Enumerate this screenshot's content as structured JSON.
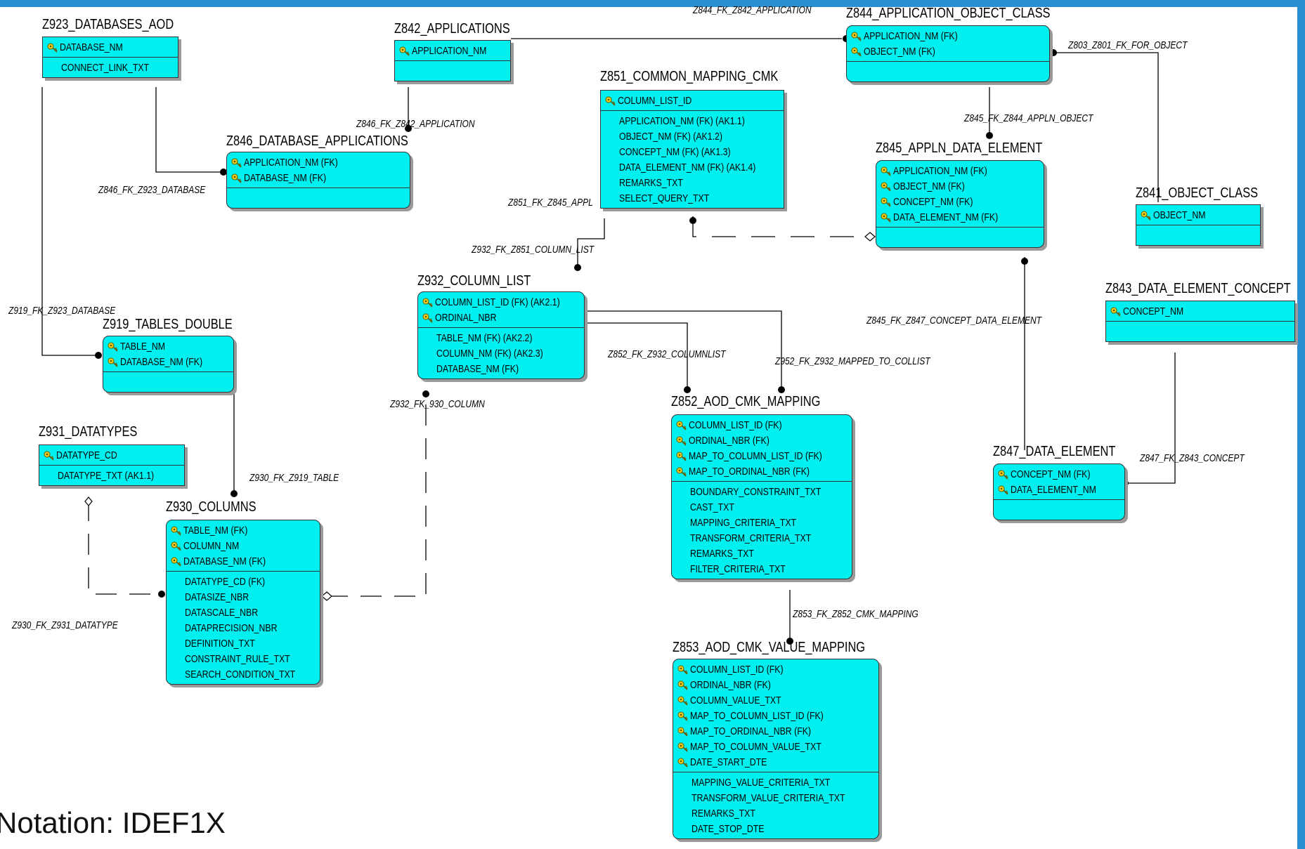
{
  "diagram": {
    "notation": "Notation: IDEF1X",
    "colors": {
      "entity_fill": "#00f0f0",
      "line": "#000000",
      "band": "#2a8fd0"
    },
    "entities": [
      {
        "id": "z923",
        "title": "Z923_DATABASES_AOD",
        "keys": [
          "DATABASE_NM"
        ],
        "attrs": [
          "CONNECT_LINK_TXT"
        ]
      },
      {
        "id": "z842",
        "title": "Z842_APPLICATIONS",
        "keys": [
          "APPLICATION_NM"
        ],
        "attrs": []
      },
      {
        "id": "z844",
        "title": "Z844_APPLICATION_OBJECT_CLASS",
        "keys": [
          "APPLICATION_NM (FK)",
          "OBJECT_NM (FK)"
        ],
        "attrs": []
      },
      {
        "id": "z851",
        "title": "Z851_COMMON_MAPPING_CMK",
        "keys": [
          "COLUMN_LIST_ID"
        ],
        "attrs": [
          "APPLICATION_NM (FK) (AK1.1)",
          "OBJECT_NM (FK) (AK1.2)",
          "CONCEPT_NM (FK) (AK1.3)",
          "DATA_ELEMENT_NM (FK) (AK1.4)",
          "REMARKS_TXT",
          "SELECT_QUERY_TXT"
        ]
      },
      {
        "id": "z846",
        "title": "Z846_DATABASE_APPLICATIONS",
        "keys": [
          "APPLICATION_NM (FK)",
          "DATABASE_NM (FK)"
        ],
        "attrs": []
      },
      {
        "id": "z845",
        "title": "Z845_APPLN_DATA_ELEMENT",
        "keys": [
          "APPLICATION_NM (FK)",
          "OBJECT_NM (FK)",
          "CONCEPT_NM (FK)",
          "DATA_ELEMENT_NM (FK)"
        ],
        "attrs": []
      },
      {
        "id": "z841",
        "title": "Z841_OBJECT_CLASS",
        "keys": [
          "OBJECT_NM"
        ],
        "attrs": []
      },
      {
        "id": "z843",
        "title": "Z843_DATA_ELEMENT_CONCEPT",
        "keys": [
          "CONCEPT_NM"
        ],
        "attrs": []
      },
      {
        "id": "z932",
        "title": "Z932_COLUMN_LIST",
        "keys": [
          "COLUMN_LIST_ID (FK) (AK2.1)",
          "ORDINAL_NBR"
        ],
        "attrs": [
          "TABLE_NM (FK) (AK2.2)",
          "COLUMN_NM (FK) (AK2.3)",
          "DATABASE_NM (FK)"
        ]
      },
      {
        "id": "z919",
        "title": "Z919_TABLES_DOUBLE",
        "keys": [
          "TABLE_NM",
          "DATABASE_NM (FK)"
        ],
        "attrs": []
      },
      {
        "id": "z931",
        "title": "Z931_DATATYPES",
        "keys": [
          "DATATYPE_CD"
        ],
        "attrs": [
          "DATATYPE_TXT (AK1.1)"
        ]
      },
      {
        "id": "z930",
        "title": "Z930_COLUMNS",
        "keys": [
          "TABLE_NM (FK)",
          "COLUMN_NM",
          "DATABASE_NM (FK)"
        ],
        "attrs": [
          "DATATYPE_CD (FK)",
          "DATASIZE_NBR",
          "DATASCALE_NBR",
          "DATAPRECISION_NBR",
          "DEFINITION_TXT",
          "CONSTRAINT_RULE_TXT",
          "SEARCH_CONDITION_TXT"
        ]
      },
      {
        "id": "z852",
        "title": "Z852_AOD_CMK_MAPPING",
        "keys": [
          "COLUMN_LIST_ID (FK)",
          "ORDINAL_NBR (FK)",
          "MAP_TO_COLUMN_LIST_ID (FK)",
          "MAP_TO_ORDINAL_NBR (FK)"
        ],
        "attrs": [
          "BOUNDARY_CONSTRAINT_TXT",
          "CAST_TXT",
          "MAPPING_CRITERIA_TXT",
          "TRANSFORM_CRITERIA_TXT",
          "REMARKS_TXT",
          "FILTER_CRITERIA_TXT"
        ]
      },
      {
        "id": "z847",
        "title": "Z847_DATA_ELEMENT",
        "keys": [
          "CONCEPT_NM (FK)",
          "DATA_ELEMENT_NM"
        ],
        "attrs": []
      },
      {
        "id": "z853",
        "title": "Z853_AOD_CMK_VALUE_MAPPING",
        "keys": [
          "COLUMN_LIST_ID (FK)",
          "ORDINAL_NBR (FK)",
          "COLUMN_VALUE_TXT",
          "MAP_TO_COLUMN_LIST_ID (FK)",
          "MAP_TO_ORDINAL_NBR (FK)",
          "MAP_TO_COLUMN_VALUE_TXT",
          "DATE_START_DTE"
        ],
        "attrs": [
          "MAPPING_VALUE_CRITERIA_TXT",
          "TRANSFORM_VALUE_CRITERIA_TXT",
          "REMARKS_TXT",
          "DATE_STOP_DTE"
        ]
      }
    ],
    "relationships": [
      {
        "id": "r1",
        "label": "Z844_FK_Z842_APPLICATION"
      },
      {
        "id": "r2",
        "label": "Z803_Z801_FK_FOR_OBJECT"
      },
      {
        "id": "r3",
        "label": "Z846_FK_Z842_APPLICATION"
      },
      {
        "id": "r4",
        "label": "Z845_FK_Z844_APPLN_OBJECT"
      },
      {
        "id": "r5",
        "label": "Z846_FK_Z923_DATABASE"
      },
      {
        "id": "r6",
        "label": "Z851_FK_Z845_APPL"
      },
      {
        "id": "r7",
        "label": "Z932_FK_Z851_COLUMN_LIST"
      },
      {
        "id": "r8",
        "label": "Z919_FK_Z923_DATABASE"
      },
      {
        "id": "r9",
        "label": "Z845_FK_Z847_CONCEPT_DATA_ELEMENT"
      },
      {
        "id": "r10",
        "label": "Z852_FK_Z932_COLUMNLIST"
      },
      {
        "id": "r11",
        "label": "Z952_FK_Z932_MAPPED_TO_COLLIST"
      },
      {
        "id": "r12",
        "label": "Z932_FK_930_COLUMN"
      },
      {
        "id": "r13",
        "label": "Z847_FK_Z843_CONCEPT"
      },
      {
        "id": "r14",
        "label": "Z930_FK_Z919_TABLE"
      },
      {
        "id": "r15",
        "label": "Z853_FK_Z852_CMK_MAPPING"
      },
      {
        "id": "r16",
        "label": "Z930_FK_Z931_DATATYPE"
      }
    ]
  }
}
